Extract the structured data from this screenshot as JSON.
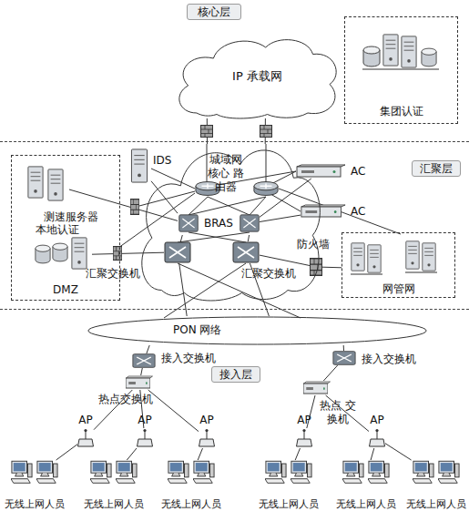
{
  "diagram": {
    "nodes": [
      {
        "text": [
          "核心层"
        ]
      },
      {
        "text": [
          "IP 承载网"
        ],
        "in": 0
      },
      {
        "text": [
          "集团认证"
        ],
        "in": 0
      },
      {
        "text": [
          "汇聚层"
        ]
      },
      {
        "text": [
          "DMZ"
        ],
        "in": 3
      },
      {
        "text": [
          "测速服务器"
        ],
        "in": 4
      },
      {
        "text": [
          "本地认证"
        ],
        "in": 4
      },
      {
        "text": [
          "IDS"
        ],
        "in": 3
      },
      {
        "text": [
          "城域网 核心 路由器"
        ],
        "in": 3
      },
      {
        "text": [
          "AC"
        ],
        "in": 3
      },
      {
        "text": [
          "AC"
        ],
        "in": 3
      },
      {
        "text": [
          "BRAS"
        ],
        "in": 8
      },
      {
        "text": [
          "防火墙"
        ],
        "in": 3
      },
      {
        "text": [
          "汇聚交换机"
        ],
        "in": 3
      },
      {
        "text": [
          "汇聚交换机"
        ],
        "in": 3
      },
      {
        "text": [
          "网管网"
        ],
        "in": 3
      },
      {
        "text": [
          "接入层"
        ]
      },
      {
        "text": [
          "PON 网络"
        ],
        "in": 16
      },
      {
        "text": [
          "接入交换机"
        ],
        "in": 16
      },
      {
        "text": [
          "热点交换机"
        ],
        "in": 16
      },
      {
        "text": [
          "接入交换机"
        ],
        "in": 16
      },
      {
        "text": [
          "热点 交换机"
        ],
        "in": 16
      },
      {
        "text": [
          "AP"
        ],
        "in": 16
      },
      {
        "text": [
          "AP"
        ],
        "in": 16
      },
      {
        "text": [
          "AP"
        ],
        "in": 16
      },
      {
        "text": [
          "AP"
        ],
        "in": 16
      },
      {
        "text": [
          "AP"
        ],
        "in": 16
      },
      {
        "text": [
          "无线上网人员"
        ],
        "in": 16
      },
      {
        "text": [
          "无线上网人员"
        ],
        "in": 16
      },
      {
        "text": [
          "无线上网人员"
        ],
        "in": 16
      },
      {
        "text": [
          "无线上网人员"
        ],
        "in": 16
      },
      {
        "text": [
          "无线上网人员"
        ],
        "in": 16
      },
      {
        "text": [
          "无线上网人员"
        ],
        "in": 16
      }
    ],
    "edges": [
      {
        "from": 1,
        "to": 8,
        "arrow": "none"
      },
      {
        "from": 1,
        "to": 8,
        "arrow": "none"
      },
      {
        "from": 5,
        "to": 11,
        "arrow": "none"
      },
      {
        "from": 6,
        "to": 13,
        "arrow": "none"
      },
      {
        "from": 7,
        "to": 11,
        "arrow": "none"
      },
      {
        "from": 9,
        "to": 11,
        "arrow": "none"
      },
      {
        "from": 10,
        "to": 11,
        "arrow": "none"
      },
      {
        "from": 11,
        "to": 13,
        "arrow": "none"
      },
      {
        "from": 11,
        "to": 14,
        "arrow": "none"
      },
      {
        "from": 14,
        "to": 12,
        "arrow": "none"
      },
      {
        "from": 12,
        "to": 15,
        "arrow": "none"
      },
      {
        "from": 13,
        "to": 17,
        "arrow": "none"
      },
      {
        "from": 14,
        "to": 17,
        "arrow": "none"
      },
      {
        "from": 17,
        "to": 18,
        "arrow": "none"
      },
      {
        "from": 17,
        "to": 20,
        "arrow": "none"
      },
      {
        "from": 18,
        "to": 19,
        "arrow": "none"
      },
      {
        "from": 20,
        "to": 21,
        "arrow": "none"
      },
      {
        "from": 19,
        "to": 22,
        "arrow": "none"
      },
      {
        "from": 19,
        "to": 23,
        "arrow": "none"
      },
      {
        "from": 19,
        "to": 24,
        "arrow": "none"
      },
      {
        "from": 21,
        "to": 25,
        "arrow": "none"
      },
      {
        "from": 21,
        "to": 26,
        "arrow": "none"
      },
      {
        "from": 22,
        "to": 27,
        "arrow": "none"
      },
      {
        "from": 23,
        "to": 28,
        "arrow": "none"
      },
      {
        "from": 24,
        "to": 29,
        "arrow": "none"
      },
      {
        "from": 25,
        "to": 30,
        "arrow": "none"
      },
      {
        "from": 26,
        "to": 31,
        "arrow": "none"
      },
      {
        "from": 26,
        "to": 32,
        "arrow": "none"
      }
    ]
  }
}
